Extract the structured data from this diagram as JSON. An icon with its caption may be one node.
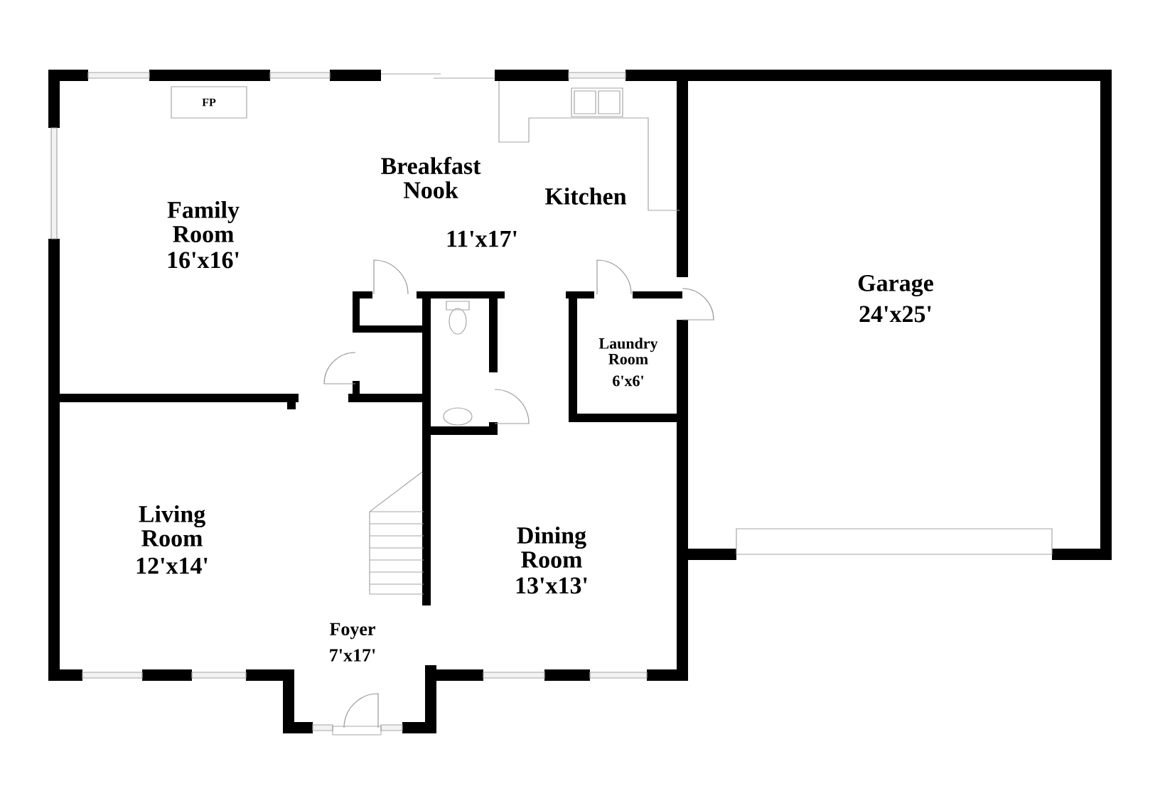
{
  "diagram": {
    "nodes": [
      {
        "text": [
          "FP"
        ]
      }
    ],
    "labels": [
      "Breakfast Nook",
      "Kitchen",
      "Family Room",
      "16'x16'",
      "11'x17'",
      "Garage",
      "24'x25'",
      "Laundry Room",
      "6'x6'",
      "Living Room",
      "12'x14'",
      "Dining Room",
      "13'x13'",
      "Foyer",
      "7'x17'"
    ]
  }
}
